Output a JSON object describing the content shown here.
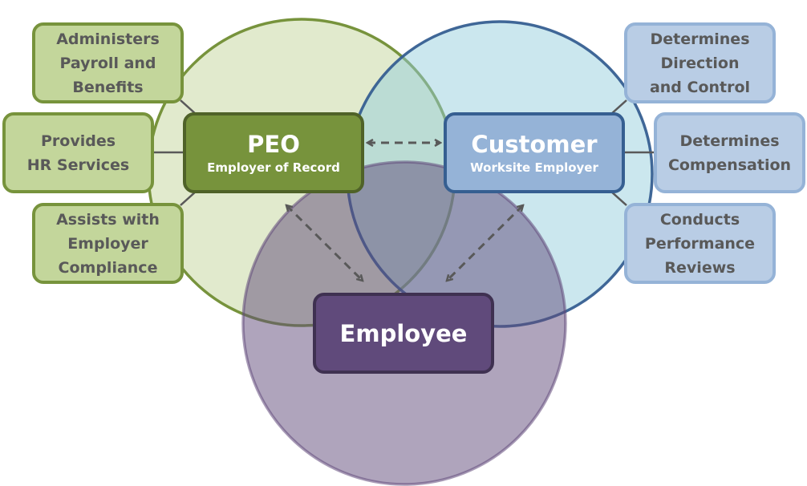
{
  "peo": {
    "title": "PEO",
    "subtitle": "Employer of Record"
  },
  "customer": {
    "title": "Customer",
    "subtitle": "Worksite Employer"
  },
  "employee": {
    "title": "Employee"
  },
  "peo_roles": [
    "Administers\nPayroll and\nBenefits",
    "Provides\nHR Services",
    "Assists with\nEmployer\nCompliance"
  ],
  "customer_roles": [
    "Determines\nDirection\nand Control",
    "Determines\nCompensation",
    "Conducts\nPerformance\nReviews"
  ],
  "colors": {
    "green": "#77933c",
    "blue": "#95b3d7",
    "purple": "#604a7b",
    "text": "#595959"
  }
}
